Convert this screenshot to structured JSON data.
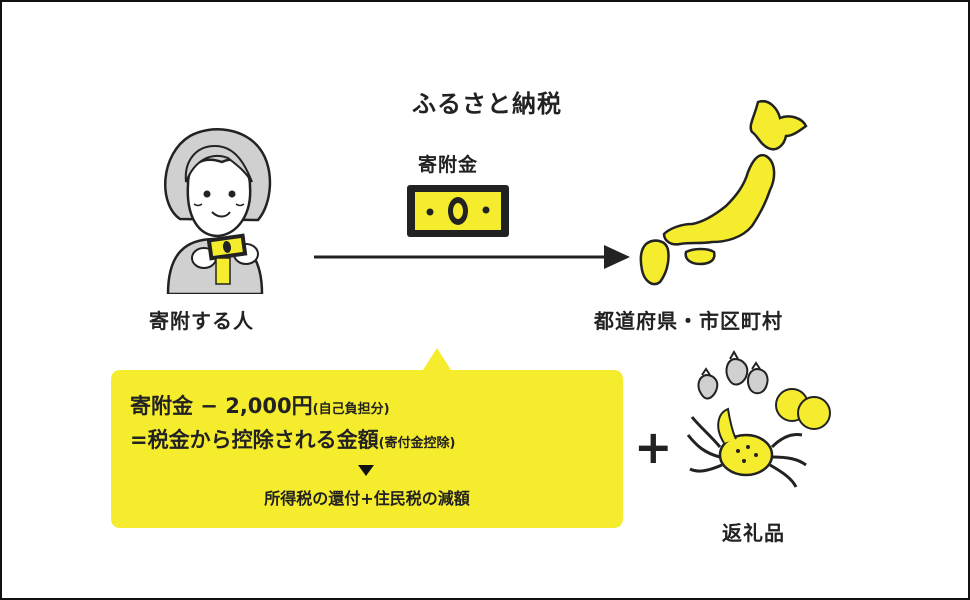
{
  "title": "ふるさと納税",
  "donation_label": "寄附金",
  "donor_label": "寄附する人",
  "government_label": "都道府県・市区町村",
  "gift_label": "返礼品",
  "plus_sign": "+",
  "box": {
    "line1_main": "寄附金 − 2,000円",
    "line1_note": "(自己負担分)",
    "line2_main": "=税金から控除される金額",
    "line2_note": "(寄付金控除)",
    "line3": "所得税の還付+住民税の減額"
  },
  "colors": {
    "accent_yellow": "#f6ec2e",
    "outline": "#222222"
  },
  "icons": [
    "person-illustration",
    "banknote-icon",
    "japan-map-illustration",
    "gift-produce-illustration",
    "arrow-right"
  ]
}
